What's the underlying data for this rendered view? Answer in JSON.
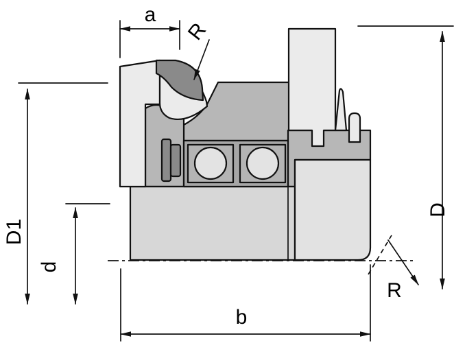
{
  "labels": {
    "width_a": "a",
    "radius_top": "R",
    "diameter_d1": "D1",
    "diameter_d": "d",
    "diameter_outer": "D",
    "radius_bottom": "R",
    "width_b": "b"
  },
  "colors": {
    "background": "#ffffff",
    "outline": "#111111",
    "light_gray": "#ebebeb",
    "block_gray": "#e2e2e2",
    "sleeve_gray": "#d7d7d7",
    "mid_gray": "#b7b7b7",
    "cage_gray": "#b4b4b4",
    "bearing_gray": "#a6a6a6",
    "dark_gray": "#8a8a8a",
    "roller_gray": "#e3e3e3"
  }
}
